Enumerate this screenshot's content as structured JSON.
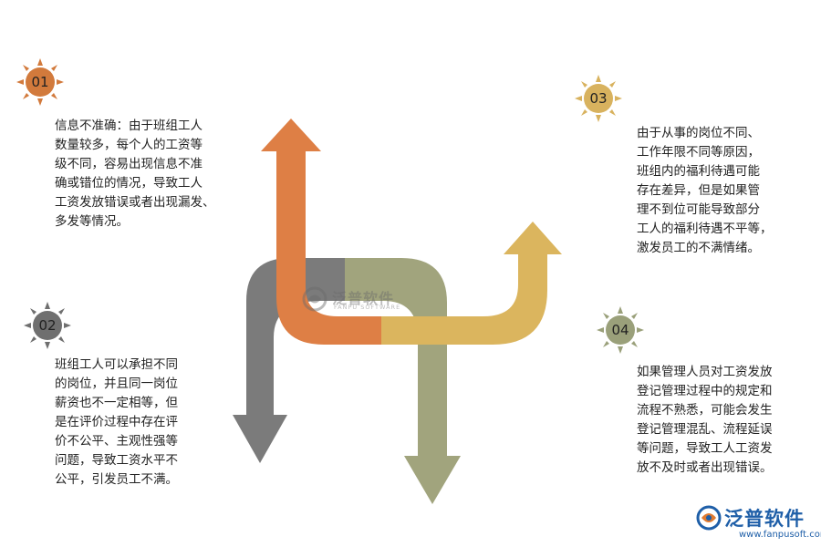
{
  "badges": [
    {
      "number": "01",
      "color": "#d27a3c"
    },
    {
      "number": "02",
      "color": "#6f6f6f"
    },
    {
      "number": "03",
      "color": "#d8b25e"
    },
    {
      "number": "04",
      "color": "#9aa07a"
    }
  ],
  "notes": {
    "n1": "信息不准确：由于班组工人\n数量较多，每个人的工资等\n级不同，容易出现信息不准\n确或错位的情况，导致工人\n工资发放错误或者出现漏发、\n多发等情况。",
    "n2": "班组工人可以承担不同\n的岗位，并且同一岗位\n薪资也不一定相等，但\n是在评价过程中存在评\n价不公平、主观性强等\n问题，导致工资水平不\n公平，引发员工不满。",
    "n3": "由于从事的岗位不同、\n工作年限不同等原因，\n班组内的福利待遇可能\n存在差异，但是如果管\n理不到位可能导致部分\n工人的福利待遇不平等，\n激发员工的不满情绪。",
    "n4": "如果管理人员对工资发放\n登记管理过程中的规定和\n流程不熟悉，可能会发生\n登记管理混乱、流程延误\n等问题，导致工人工资发\n放不及时或者出现错误。"
  },
  "arrows": {
    "orange": "#de7f45",
    "gray": "#7b7b7b",
    "olive": "#a1a47d",
    "gold": "#dbb55e"
  },
  "watermark": {
    "cn": "泛普软件",
    "en": "FANPU SOFTWARE"
  },
  "brand": {
    "cn": "泛普软件",
    "url": "www.fanpusoft.com",
    "color": "#1f5fa8"
  }
}
